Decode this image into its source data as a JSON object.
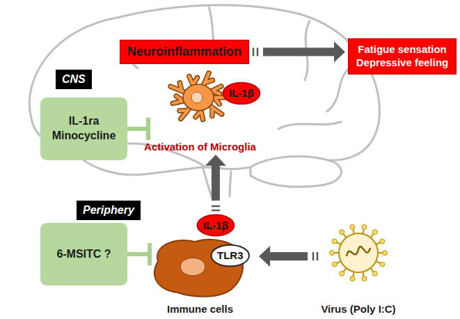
{
  "diagram": {
    "nodes": [
      {
        "text": [
          "CNS"
        ]
      },
      {
        "text": [
          "Neuroinflammation"
        ]
      },
      {
        "text": [
          "Fatigue sensation Depressive feeling"
        ]
      },
      {
        "text": [
          "IL-1ra Minocycline"
        ]
      },
      {
        "text": [
          "Activation of Microglia"
        ]
      },
      {
        "text": [
          "IL-1β"
        ],
        "in": 4
      },
      {
        "text": [
          "Periphery"
        ]
      },
      {
        "text": [
          "IL-1β"
        ]
      },
      {
        "text": [
          "6-MSITC ?"
        ]
      },
      {
        "text": [
          "Immune cells"
        ]
      },
      {
        "text": [
          "TLR3"
        ],
        "in": 9
      },
      {
        "text": [
          "Virus (Poly I:C)"
        ]
      }
    ],
    "edges": [
      {
        "from": 1,
        "to": 2,
        "arrow": "to"
      },
      {
        "from": 3,
        "to": 4,
        "arrow": "to"
      },
      {
        "from": 7,
        "to": 4,
        "arrow": "to"
      },
      {
        "from": 11,
        "to": 9,
        "arrow": "to"
      },
      {
        "from": 8,
        "to": 9,
        "arrow": "to"
      }
    ]
  }
}
